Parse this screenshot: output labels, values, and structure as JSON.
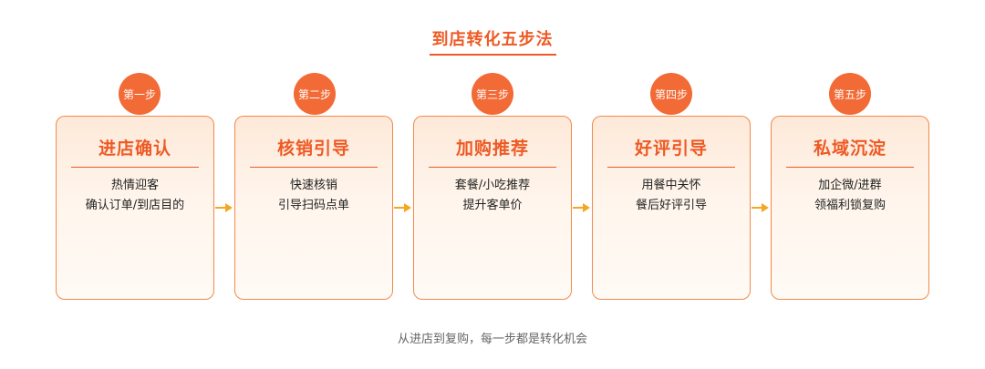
{
  "title": "到店转化五步法",
  "steps": [
    {
      "badge": "第一步",
      "title": "进店确认",
      "line1": "热情迎客",
      "line2": "确认订单/到店目的"
    },
    {
      "badge": "第二步",
      "title": "核销引导",
      "line1": "快速核销",
      "line2": "引导扫码点单"
    },
    {
      "badge": "第三步",
      "title": "加购推荐",
      "line1": "套餐/小吃推荐",
      "line2": "提升客单价"
    },
    {
      "badge": "第四步",
      "title": "好评引导",
      "line1": "用餐中关怀",
      "line2": "餐后好评引导"
    },
    {
      "badge": "第五步",
      "title": "私域沉淀",
      "line1": "加企微/进群",
      "line2": "领福利锁复购"
    }
  ],
  "footer": "从进店到复购，每一步都是转化机会",
  "colors": {
    "accent": "#ee5a24",
    "badge": "#f26a35",
    "card_border": "#f08a4b",
    "arrow": "#f5a623"
  },
  "icons": {
    "connector": "arrow-right-icon"
  }
}
